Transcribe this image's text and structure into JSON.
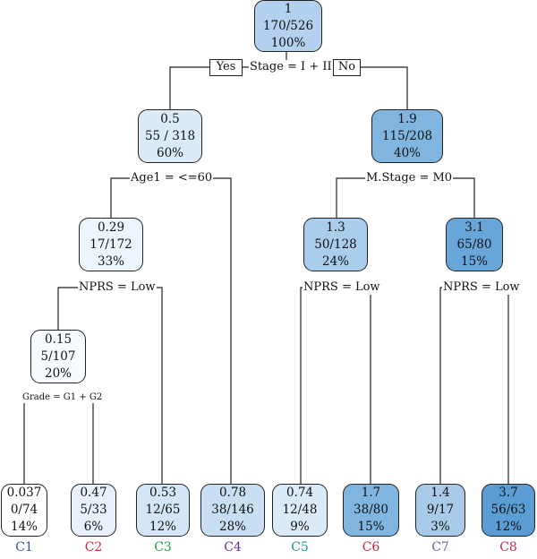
{
  "root": {
    "v1": "1",
    "v2": "170/526",
    "v3": "100%",
    "color": "#b3d1ee"
  },
  "split_root": "Stage = I + II",
  "yes_label": "Yes",
  "no_label": "No",
  "n_left": {
    "v1": "0.5",
    "v2": "55 / 318",
    "v3": "60%",
    "color": "#dbeaf7"
  },
  "n_right": {
    "v1": "1.9",
    "v2": "115/208",
    "v3": "40%",
    "color": "#7fb5df"
  },
  "split_left": "Age1 = <=60",
  "split_right": "M.Stage = M0",
  "n_ll": {
    "v1": "0.29",
    "v2": "17/172",
    "v3": "33%",
    "color": "#ecf4fc"
  },
  "n_rl": {
    "v1": "1.3",
    "v2": "50/128",
    "v3": "24%",
    "color": "#aacdec"
  },
  "n_rr": {
    "v1": "3.1",
    "v2": "65/80",
    "v3": "15%",
    "color": "#68a6da"
  },
  "split_ll": "NPRS = Low",
  "split_rl": "NPRS = Low",
  "split_rr": "NPRS = Low",
  "n_lll": {
    "v1": "0.15",
    "v2": "5/107",
    "v3": "20%",
    "color": "#f7fbff"
  },
  "split_lll": "Grade = G1 + G2",
  "leaves": [
    {
      "v1": "0.037",
      "v2": "0/74",
      "v3": "14%",
      "color": "#ffffff",
      "cluster": "C1",
      "ccolor": "#3b4fa6"
    },
    {
      "v1": "0.47",
      "v2": "5/33",
      "v3": "6%",
      "color": "#e8f1fb",
      "cluster": "C2",
      "ccolor": "#d9232e"
    },
    {
      "v1": "0.53",
      "v2": "12/65",
      "v3": "12%",
      "color": "#d3e5f6",
      "cluster": "C3",
      "ccolor": "#1a9a45"
    },
    {
      "v1": "0.78",
      "v2": "38/146",
      "v3": "28%",
      "color": "#c7def3",
      "cluster": "C4",
      "ccolor": "#6b2c91"
    },
    {
      "v1": "0.74",
      "v2": "12/48",
      "v3": "9%",
      "color": "#dbeaf7",
      "cluster": "C5",
      "ccolor": "#1a9a8a"
    },
    {
      "v1": "1.7",
      "v2": "38/80",
      "v3": "15%",
      "color": "#7fb5df",
      "cluster": "C6",
      "ccolor": "#c0263a"
    },
    {
      "v1": "1.4",
      "v2": "9/17",
      "v3": "3%",
      "color": "#a9cbe9",
      "cluster": "C7",
      "ccolor": "#6a5aa8"
    },
    {
      "v1": "3.7",
      "v2": "56/63",
      "v3": "12%",
      "color": "#5a9dd4",
      "cluster": "C8",
      "ccolor": "#c0264f"
    }
  ]
}
